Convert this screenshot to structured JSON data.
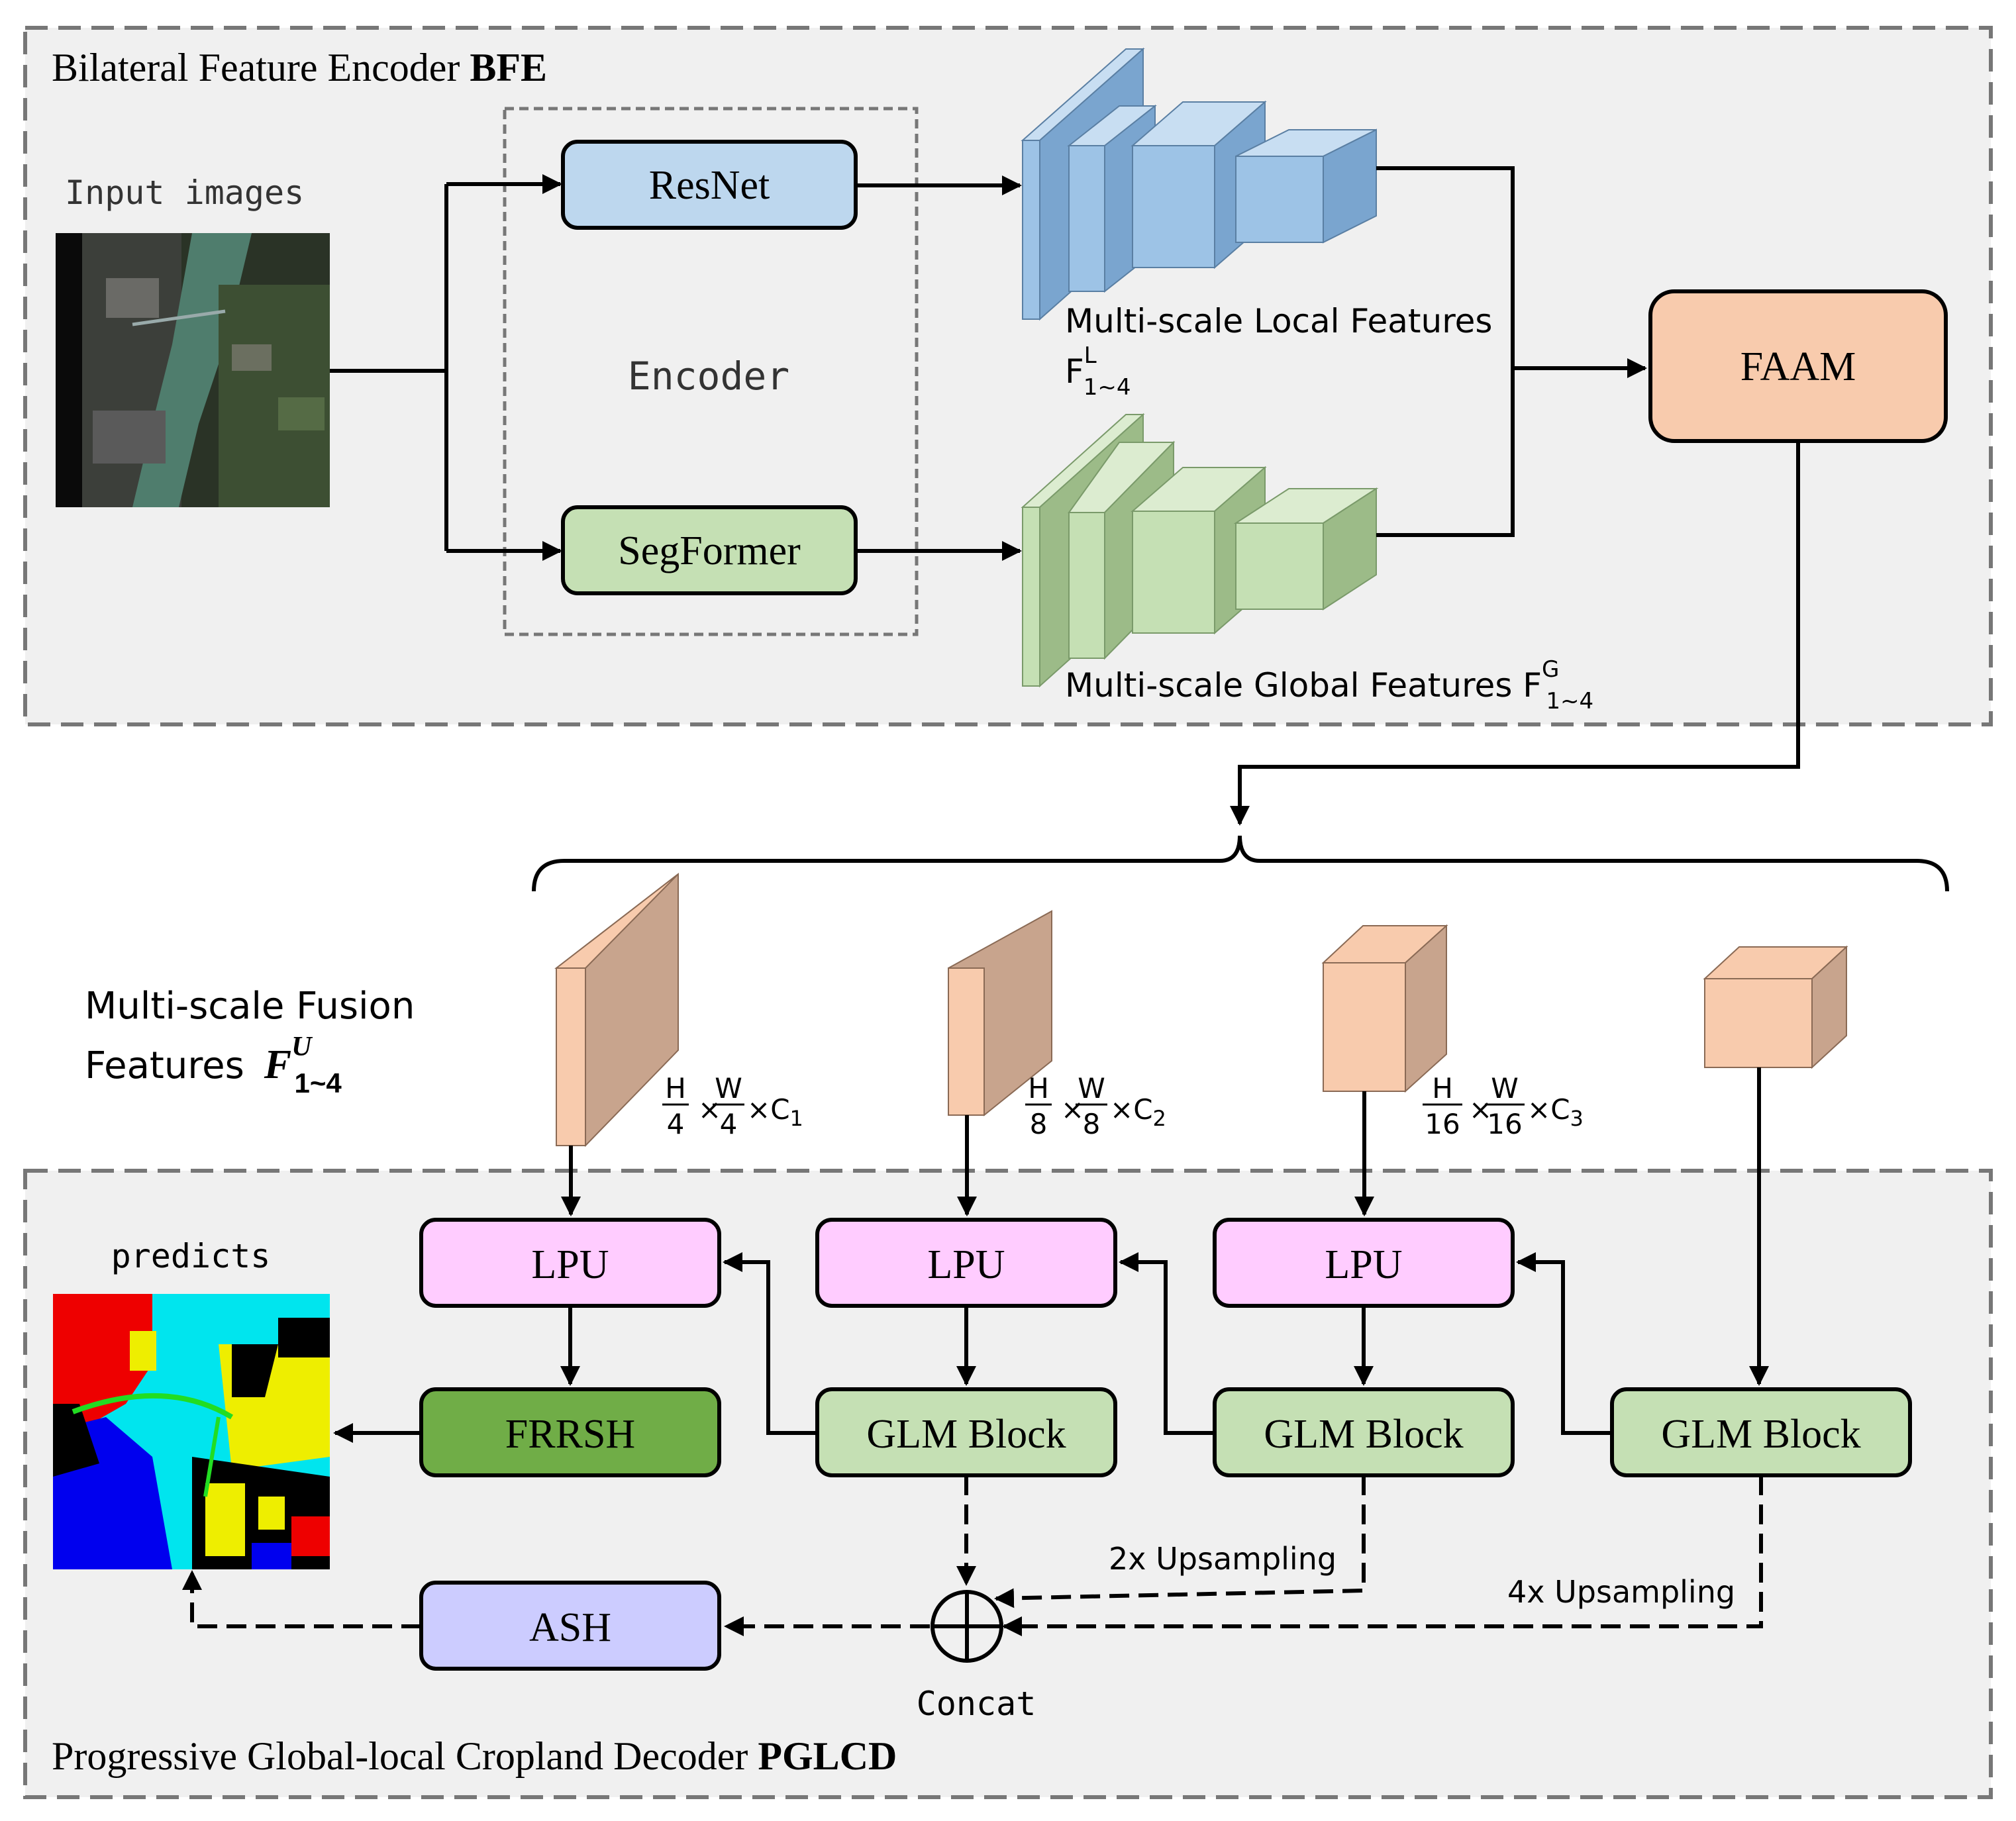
{
  "bfe": {
    "title": "Bilateral Feature Encoder ",
    "title_bold": "BFE",
    "input_label": "Input images",
    "encoder_label": "Encoder",
    "resnet": "ResNet",
    "segformer": "SegFormer",
    "local_label": "Multi-scale Local Features",
    "local_sym": "F",
    "local_sup": "L",
    "local_sub": "1~4",
    "global_label": "Multi-scale Global Features F",
    "global_sup": "G",
    "global_sub": "1~4",
    "faam": "FAAM"
  },
  "fusion": {
    "label_line1": "Multi-scale Fusion",
    "label_line2": "Features",
    "sym": "F",
    "sup": "U",
    "sub": "1~4",
    "sizes": [
      {
        "h": "H",
        "hd": "4",
        "w": "W",
        "wd": "4",
        "c": "C",
        "cs": "1"
      },
      {
        "h": "H",
        "hd": "8",
        "w": "W",
        "wd": "8",
        "c": "C",
        "cs": "2"
      },
      {
        "h": "H",
        "hd": "16",
        "w": "W",
        "wd": "16",
        "c": "C",
        "cs": "3"
      }
    ]
  },
  "pglcd": {
    "title": "Progressive Global-local Cropland Decoder ",
    "title_bold": "PGLCD",
    "predicts": "predicts",
    "lpu": [
      "LPU",
      "LPU",
      "LPU"
    ],
    "glm": [
      "GLM Block",
      "GLM Block",
      "GLM Block"
    ],
    "frrsh": "FRRSH",
    "ash": "ASH",
    "concat": "Concat",
    "up2": "2x Upsampling",
    "up4": "4x Upsampling"
  },
  "colors": {
    "panel": "#f0f0f0",
    "resnet": "#bdd7ee",
    "segformer": "#c5e0b4",
    "faam": "#f8cbad",
    "lpu": "#ffccff",
    "glm": "#c5e0b4",
    "frrsh": "#70ad47",
    "ash": "#ccccff",
    "local_cube": "#9dc3e6",
    "global_cube": "#c5e0b4",
    "fusion_cube": "#f8cbad"
  }
}
